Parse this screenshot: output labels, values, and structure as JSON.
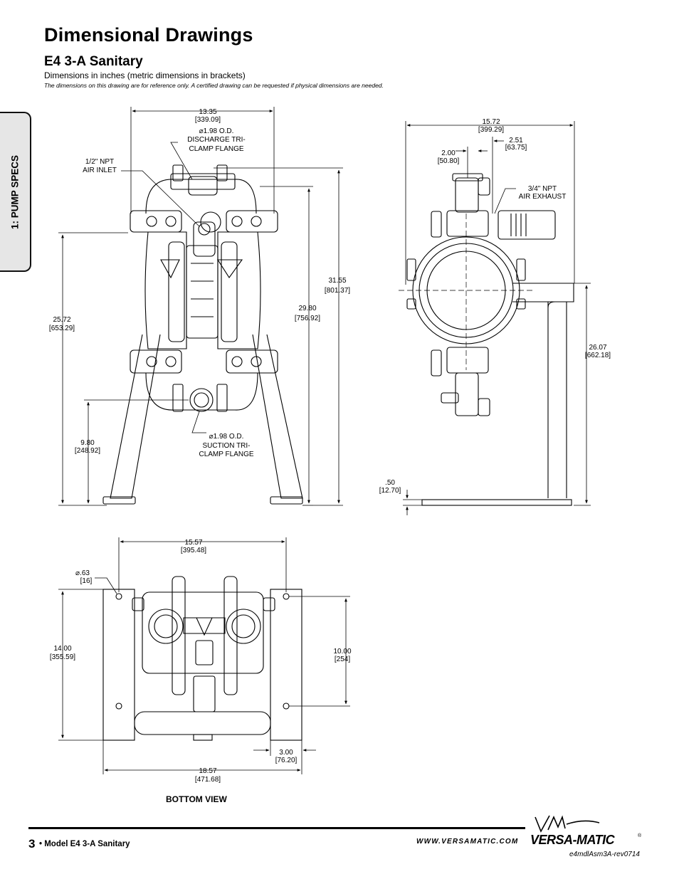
{
  "header": {
    "title": "Dimensional Drawings",
    "subtitle": "E4 3-A Sanitary",
    "units_note": "Dimensions in inches (metric dimensions in brackets)",
    "disclaimer": "The dimensions on this drawing are for reference only.  A certified drawing can be requested if physical dimensions are needed."
  },
  "side_tab": {
    "label": "1: PUMP SPECS"
  },
  "front_view": {
    "width_in": "13.35",
    "width_mm": "[339.09]",
    "discharge_l1": "⌀1.98 O.D.",
    "discharge_l2": "DISCHARGE TRI-",
    "discharge_l3": "CLAMP FLANGE",
    "air_inlet_l1": "1/2\" NPT",
    "air_inlet_l2": "AIR INLET",
    "h1_in": "25.72",
    "h1_mm": "[653.29]",
    "h2_in": "29.80",
    "h2_mm": "[756.92]",
    "h3_in": "31.55",
    "h3_mm": "[801.37]",
    "h4_in": "9.80",
    "h4_mm": "[248.92]",
    "suction_l1": "⌀1.98 O.D.",
    "suction_l2": "SUCTION TRI-",
    "suction_l3": "CLAMP FLANGE"
  },
  "side_view": {
    "width_in": "15.72",
    "width_mm": "[399.29]",
    "d1_in": "2.00",
    "d1_mm": "[50.80]",
    "d2_in": "2.51",
    "d2_mm": "[63.75]",
    "exhaust_l1": "3/4\" NPT",
    "exhaust_l2": "AIR EXHAUST",
    "height_in": "26.07",
    "height_mm": "[662.18]",
    "base_in": ".50",
    "base_mm": "[12.70]"
  },
  "bottom_view": {
    "top_in": "15.57",
    "top_mm": "[395.48]",
    "hole_in": "⌀.63",
    "hole_mm": "[16]",
    "left_in": "14.00",
    "left_mm": "[355.59]",
    "right_in": "10.00",
    "right_mm": "[254]",
    "small_in": "3.00",
    "small_mm": "[76.20]",
    "overall_in": "18.57",
    "overall_mm": "[471.68]",
    "label": "BOTTOM VIEW"
  },
  "footer": {
    "page": "3",
    "model": "• Model E4 3-A Sanitary",
    "website": "WWW.VERSAMATIC.COM",
    "brand": "VERSA-MATIC",
    "registered": "®",
    "revision": "e4mdlAsm3A-rev0714"
  }
}
